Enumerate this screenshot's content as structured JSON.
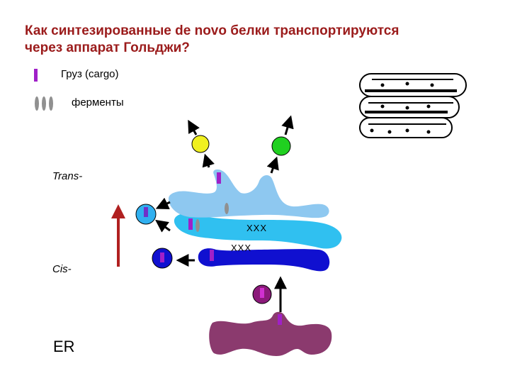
{
  "title": {
    "line1": "Как синтезированные de novo белки транспортируются",
    "line2": "через аппарат Гольджи?"
  },
  "legend": {
    "cargo_label": "Груз (cargo)",
    "enzymes_label": "ферменты"
  },
  "labels": {
    "trans": "Trans-",
    "cis": "Cis-",
    "er": "ER",
    "xxx": "XXX"
  },
  "colors": {
    "title": "#9b1b1b",
    "cargo": "#a020c8",
    "enzyme": "#909090",
    "er": "#8b3a6e",
    "cis_cisterna": "#1010d0",
    "medial_cisterna": "#30c0f0",
    "trans_cisterna": "#8ec8f0",
    "vesicle_yellow": "#f0f020",
    "vesicle_green": "#20d020",
    "up_arrow": "#b02020"
  }
}
